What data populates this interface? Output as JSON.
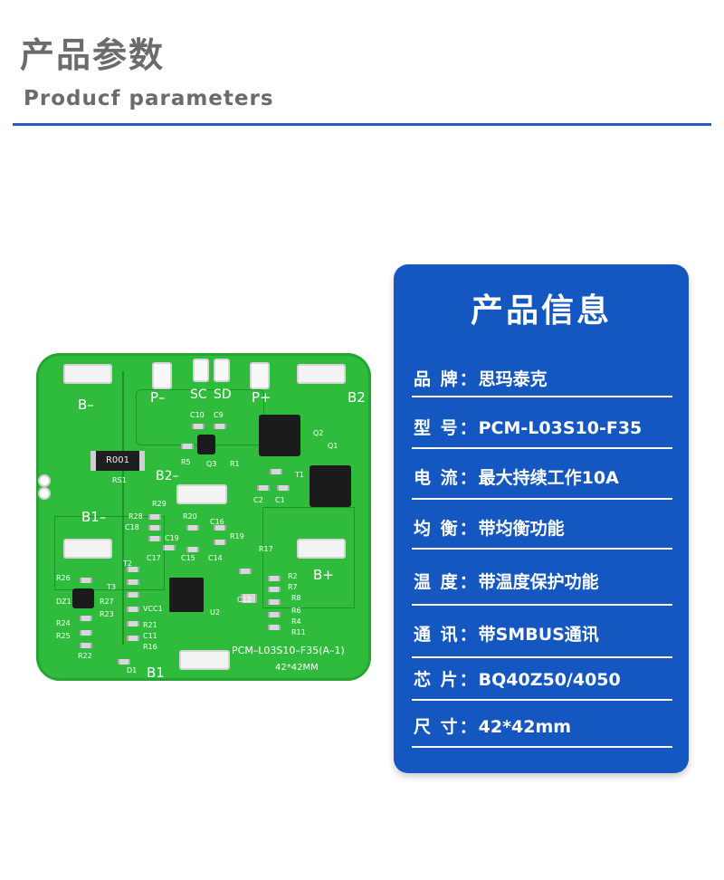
{
  "header": {
    "title_cn": "产品参数",
    "title_en": "Producf  parameters"
  },
  "card": {
    "title": "产品信息",
    "rows": [
      {
        "label": "品 牌：",
        "value": "思玛泰克"
      },
      {
        "label": "型 号：",
        "value": "PCM-L03S10-F35"
      },
      {
        "label": "电 流：",
        "value": "最大持续工作10A"
      },
      {
        "label": "均 衡：",
        "value": "带均衡功能"
      },
      {
        "label": "温 度：",
        "value": "带温度保护功能"
      },
      {
        "label": "通 讯：",
        "value": "带SMBUS通讯"
      },
      {
        "label": "芯 片：",
        "value": "BQ40Z50/4050"
      },
      {
        "label": "尺  寸：",
        "value": "42*42mm"
      }
    ]
  },
  "pcb": {
    "labels": {
      "bminus": "B–",
      "pminus": "P–",
      "sc": "SC",
      "sd": "SD",
      "pplus": "P+",
      "b2": "B2",
      "b2minus": "B2–",
      "b1minus": "B1–",
      "bplus": "B+",
      "b1": "B1",
      "model": "PCM–L03S10–F35(A–1)",
      "size": "42*42MM",
      "res_mark": "R001",
      "c10": "C10",
      "c9": "C9",
      "r5": "R5",
      "q3": "Q3",
      "r1": "R1",
      "q2": "Q2",
      "q1": "Q1",
      "rs1": "RS1",
      "t1": "T1",
      "c2": "C2",
      "c1": "C1",
      "r29": "R29",
      "r28": "R28",
      "c18": "C18",
      "r20": "R20",
      "c16": "C16",
      "c19": "C19",
      "r19": "R19",
      "c17": "C17",
      "c15": "C15",
      "c14": "C14",
      "r17": "R17",
      "t2": "T2",
      "r26": "R26",
      "t3": "T3",
      "dz1": "DZ1",
      "r27": "R27",
      "r23": "R23",
      "r24": "R24",
      "r25": "R25",
      "r22": "R22",
      "vcc1": "VCC1",
      "r21": "R21",
      "c11": "C11",
      "r16": "R16",
      "d1": "D1",
      "u2": "U2",
      "c12": "C12",
      "r2": "R2",
      "r7": "R7",
      "r6": "R6",
      "r8": "R8",
      "r4": "R4",
      "r11": "R11"
    }
  }
}
